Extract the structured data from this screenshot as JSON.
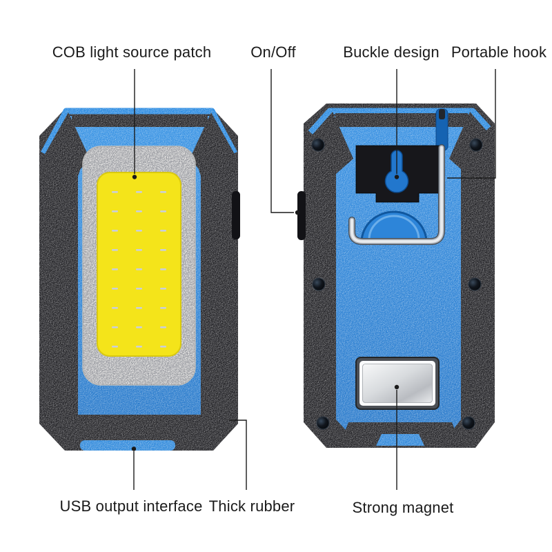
{
  "diagram": {
    "subject": "COB work light with magnet and hook, front and back views",
    "background": "#ffffff"
  },
  "labels": [
    {
      "id": "cob-light-source-patch",
      "text": "COB light source patch",
      "target": "cob-light-panel"
    },
    {
      "id": "on-off",
      "text": "On/Off",
      "target": "power-button"
    },
    {
      "id": "buckle-design",
      "text": "Buckle design",
      "target": "buckle-plate"
    },
    {
      "id": "portable-hook",
      "text": "Portable hook",
      "target": "hanging-hook"
    },
    {
      "id": "usb-output-interface",
      "text": "USB output interface",
      "target": "usb-cover"
    },
    {
      "id": "thick-rubber",
      "text": "Thick rubber",
      "target": "rubber-bumper"
    },
    {
      "id": "strong-magnet",
      "text": "Strong magnet",
      "target": "magnet"
    }
  ],
  "colors": {
    "body_blue": "#2487e0",
    "rubber_black": "#1d1d21",
    "cob_yellow": "#f4e41a",
    "panel_silver": "#edecea",
    "magnet_silver": "#d8dbde",
    "hook_metal": "#e7eaed",
    "label_text": "#1a1a1a",
    "background": "#ffffff"
  }
}
